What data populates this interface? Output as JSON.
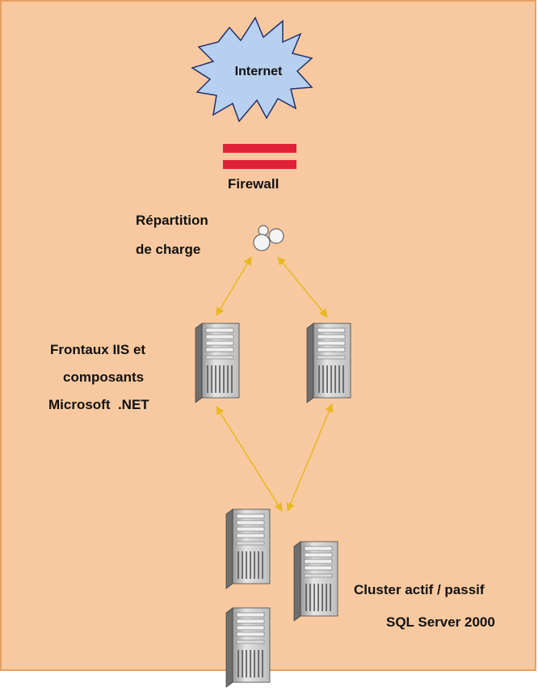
{
  "internet": {
    "label": "Internet"
  },
  "firewall": {
    "label": "Firewall",
    "color": "#e0213a"
  },
  "load_balancer": {
    "label_line1": "Répartition",
    "label_line2": "de charge"
  },
  "frontends": {
    "label_line1": "Frontaux IIS et",
    "label_line2": "composants",
    "label_line3": "Microsoft  .NET"
  },
  "cluster": {
    "label_line1": "Cluster actif / passif",
    "label_line2": "SQL Server 2000"
  },
  "colors": {
    "background": "#f8c9a0",
    "border": "#e8a060",
    "cloud": "#b8d0f0",
    "arrow": "#e8b820",
    "server": "#d4d4d4"
  },
  "icons": {
    "internet": "cloud-burst-icon",
    "firewall": "firewall-icon",
    "load_balancer": "load-balancer-icon",
    "server": "server-tower-icon"
  }
}
